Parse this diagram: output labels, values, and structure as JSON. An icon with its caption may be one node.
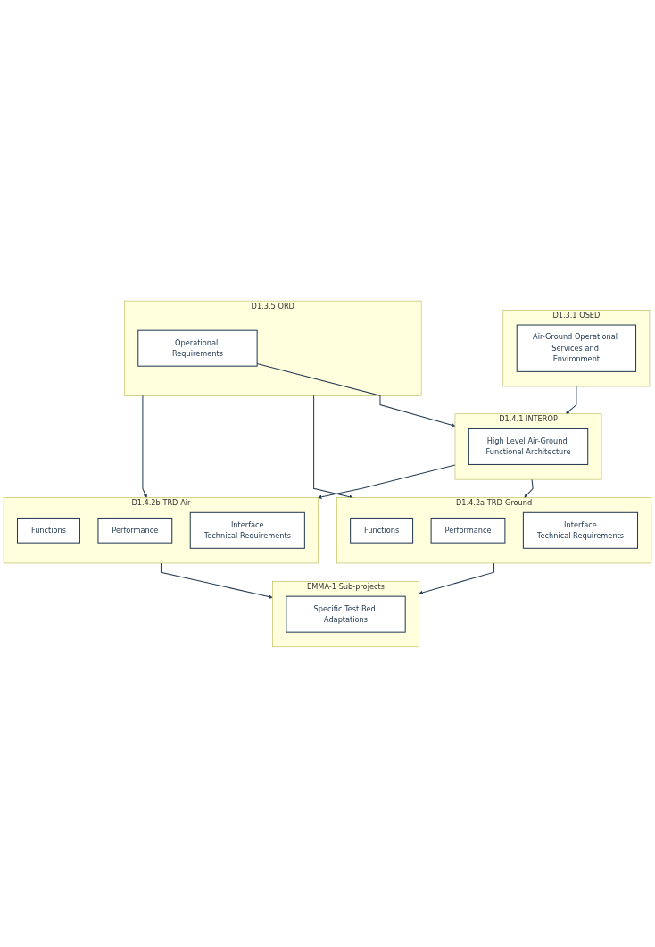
{
  "diagram": {
    "nodes": [
      {
        "text": [
          "D1.3.1 OSED"
        ]
      },
      {
        "text": [
          "Air-Ground Operational Services and Environment"
        ],
        "in": 0
      },
      {
        "text": [
          "D1.3.5 ORD"
        ]
      },
      {
        "text": [
          "Operational Requirements"
        ],
        "in": 2
      },
      {
        "text": [
          "D1.4.1 INTEROP"
        ]
      },
      {
        "text": [
          "High Level Air-Ground Functional Architecture"
        ],
        "in": 4
      },
      {
        "text": [
          "D1.4.2a TRD-Ground"
        ]
      },
      {
        "text": [
          "Functions"
        ],
        "in": 6
      },
      {
        "text": [
          "Performance"
        ],
        "in": 6
      },
      {
        "text": [
          "Interface",
          "Technical Requirements"
        ],
        "in": 6
      },
      {
        "text": [
          "D1.4.2b TRD-Air"
        ]
      },
      {
        "text": [
          "Functions"
        ],
        "in": 10
      },
      {
        "text": [
          "Performance"
        ],
        "in": 10
      },
      {
        "text": [
          "Interface",
          "Technical Requirements"
        ],
        "in": 10
      },
      {
        "text": [
          "EMMA-1 Sub-projects"
        ]
      },
      {
        "text": [
          "Specific Test Bed Adaptations"
        ],
        "in": 14
      }
    ],
    "edges": [
      {
        "from": 0,
        "to": 4,
        "arrow": "to"
      },
      {
        "from": 3,
        "to": 4,
        "arrow": "to"
      },
      {
        "from": 2,
        "to": 6,
        "arrow": "to"
      },
      {
        "from": 4,
        "to": 6,
        "arrow": "to"
      },
      {
        "from": 2,
        "to": 10,
        "arrow": "to"
      },
      {
        "from": 4,
        "to": 10,
        "arrow": "to"
      },
      {
        "from": 6,
        "to": 14,
        "arrow": "to"
      },
      {
        "from": 10,
        "to": 14,
        "arrow": "to"
      }
    ]
  }
}
